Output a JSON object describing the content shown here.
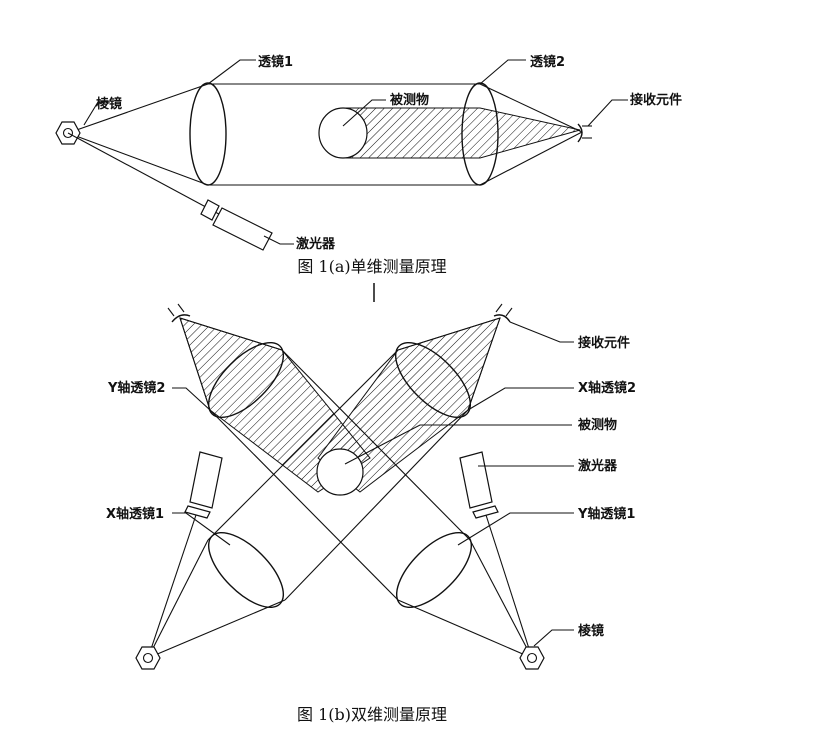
{
  "fig_a": {
    "caption": "图 1(a)单维测量原理",
    "labels": {
      "prism": "棱镜",
      "lens1": "透镜1",
      "lens2": "透镜2",
      "object": "被测物",
      "receiver": "接收元件",
      "laser": "激光器"
    }
  },
  "fig_b": {
    "caption": "图 1(b)双维测量原理",
    "labels": {
      "receiver": "接收元件",
      "y_lens2": "Y轴透镜2",
      "x_lens2": "X轴透镜2",
      "object": "被测物",
      "laser": "激光器",
      "x_lens1": "X轴透镜1",
      "y_lens1": "Y轴透镜1",
      "prism": "棱镜"
    }
  }
}
